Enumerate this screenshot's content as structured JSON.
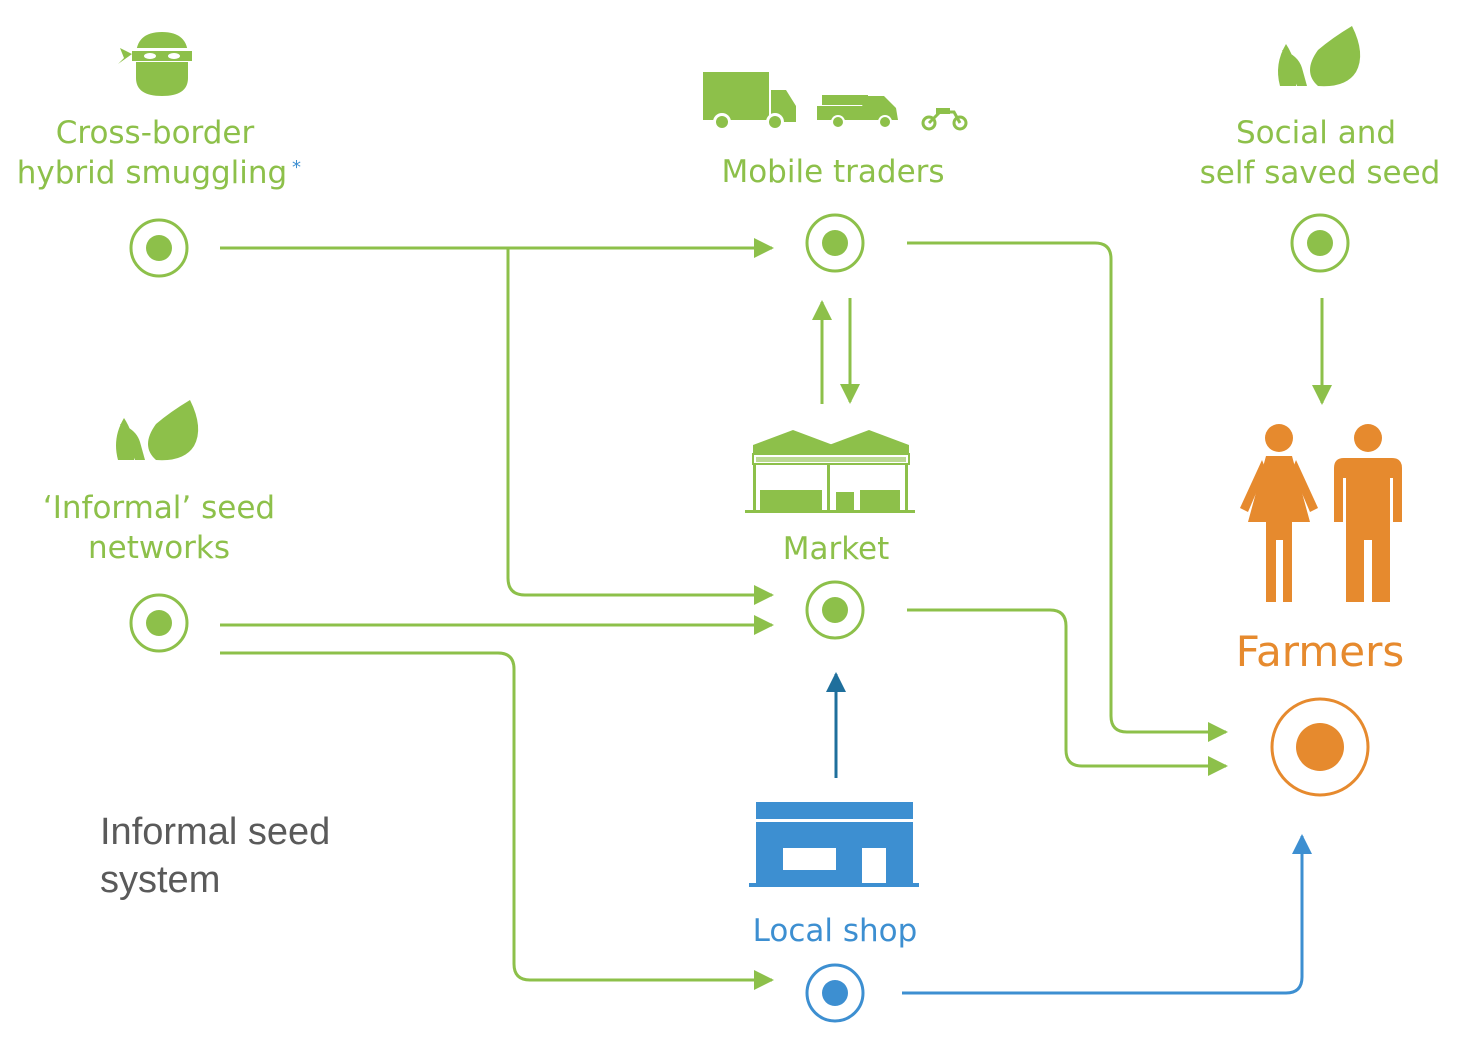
{
  "nodes": {
    "smuggling": {
      "label_line1": "Cross-border",
      "label_line2": "hybrid smuggling",
      "footnote": "*"
    },
    "mobile_traders": {
      "label": "Mobile traders"
    },
    "social_seed": {
      "label_line1": "Social and",
      "label_line2": "self saved seed"
    },
    "informal_networks": {
      "label_line1": "‘Informal’ seed",
      "label_line2": "networks"
    },
    "market": {
      "label": "Market"
    },
    "farmers": {
      "label": "Farmers"
    },
    "local_shop": {
      "label": "Local shop"
    }
  },
  "caption": {
    "line1": "Informal seed",
    "line2": "system"
  },
  "icons": {
    "smuggling": "masked-face-icon",
    "mobile_traders": [
      "truck-icon",
      "pickup-truck-icon",
      "motorbike-icon"
    ],
    "social_seed": "leaves-icon",
    "informal_networks": "leaves-icon",
    "market": "market-stalls-icon",
    "farmers": "farmers-people-icon",
    "local_shop": "shop-icon"
  },
  "colors": {
    "green": "#8dc04a",
    "blue": "#3d8fd1",
    "dark_blue": "#1f6f9c",
    "orange": "#e68a2e",
    "caption_gray": "#5a5a5a"
  }
}
